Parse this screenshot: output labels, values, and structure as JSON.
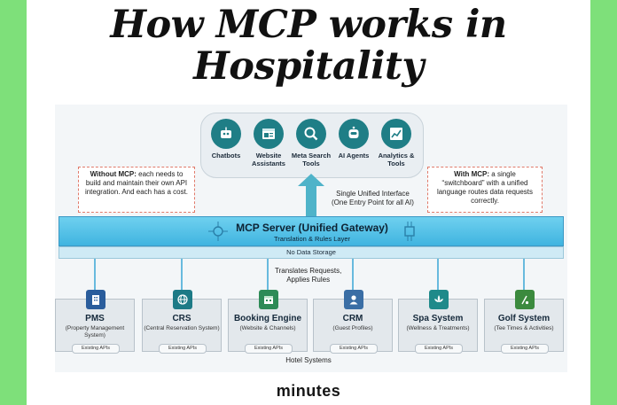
{
  "title": {
    "line1": "How MCP works in",
    "line2": "Hospitality"
  },
  "tools": [
    {
      "label": "Chatbots",
      "icon": "robot-icon"
    },
    {
      "label": "Website Assistants",
      "icon": "webpage-icon"
    },
    {
      "label": "Meta Search Tools",
      "icon": "magnifier-icon"
    },
    {
      "label": "AI Agents",
      "icon": "ai-robot-icon"
    },
    {
      "label": "Analytics & Tools",
      "icon": "chart-icon"
    }
  ],
  "notes": {
    "without_bold": "Without MCP:",
    "without_text": "each needs to build and maintain their own API integration. And each has a cost.",
    "with_bold": "With MCP:",
    "with_text": "a single “switchboard” with a unified language routes data requests correctly."
  },
  "interface": {
    "line1": "Single Unified Interface",
    "line2": "(One Entry Point for all AI)"
  },
  "gateway": {
    "title": "MCP Server (Unified Gateway)",
    "subtitle": "Translation & Rules Layer",
    "storage": "No Data Storage"
  },
  "translate": {
    "line1": "Translates Requests,",
    "line2": "Applies Rules"
  },
  "systems": [
    {
      "name": "PMS",
      "desc": "(Property Management System)",
      "api": "Existing APIs",
      "icon": "building-icon",
      "color": "#2a5d9c"
    },
    {
      "name": "CRS",
      "desc": "(Central Reservation System)",
      "api": "Existing APIs",
      "icon": "globe-icon",
      "color": "#1d7a86"
    },
    {
      "name": "Booking Engine",
      "desc": "(Website & Channels)",
      "api": "Existing APIs",
      "icon": "calendar-icon",
      "color": "#2e8b57"
    },
    {
      "name": "CRM",
      "desc": "(Guest Profiles)",
      "api": "Existing APIs",
      "icon": "user-icon",
      "color": "#3a6ea5"
    },
    {
      "name": "Spa System",
      "desc": "(Wellness & Treatments)",
      "api": "Existing APIs",
      "icon": "lotus-icon",
      "color": "#1f8a8a"
    },
    {
      "name": "Golf System",
      "desc": "(Tee Times & Activities)",
      "api": "Existing APIs",
      "icon": "golf-icon",
      "color": "#3b8a3e"
    }
  ],
  "footer": {
    "hotel_systems": "Hotel Systems",
    "brand": "minutes"
  },
  "colors": {
    "background_green": "#7ee07a",
    "gateway_blue": "#4cc0e6",
    "icon_teal": "#1f7e86",
    "note_border": "#e07a6a"
  }
}
